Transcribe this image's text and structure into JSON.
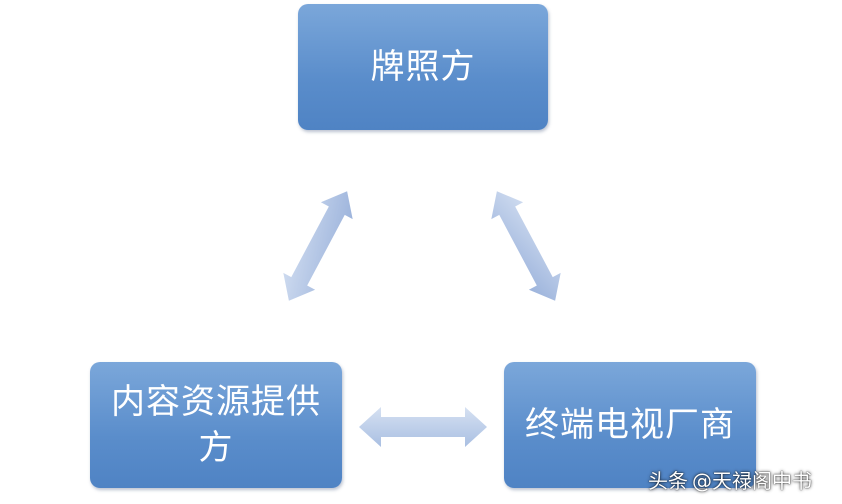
{
  "nodes": {
    "top": "牌照方",
    "left": "内容资源提供方",
    "right": "终端电视厂商"
  },
  "watermark": {
    "brand": "头条",
    "handle": "@天禄阁中书"
  },
  "colors": {
    "box_top": "#7ba7da",
    "box_bottom": "#4f83c4",
    "arrow_light": "#c9d7ee",
    "arrow_dark": "#9fb6dc"
  }
}
